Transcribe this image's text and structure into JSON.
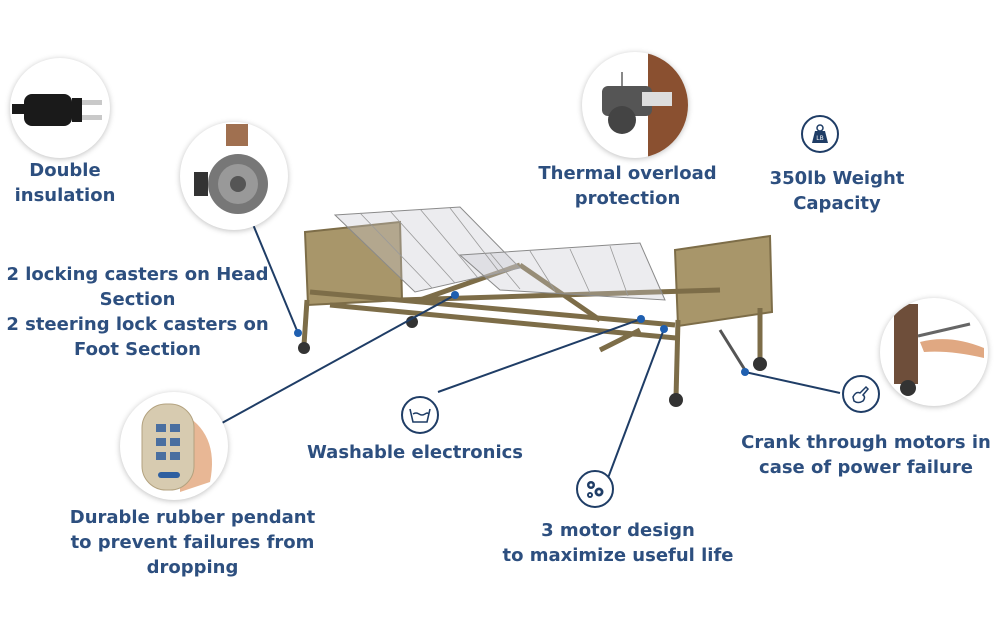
{
  "features": {
    "double_insulation": [
      "Double",
      "insulation"
    ],
    "casters": [
      "2 locking casters on Head",
      "Section",
      "2 steering lock casters on",
      "Foot Section"
    ],
    "pendant": [
      "Durable rubber pendant",
      "to prevent failures from",
      "dropping"
    ],
    "washable": [
      "Washable electronics"
    ],
    "motor": [
      "3 motor design",
      "to maximize useful life"
    ],
    "thermal": [
      "Thermal overload",
      "protection"
    ],
    "weight": [
      "350lb Weight",
      "Capacity"
    ],
    "crank": [
      "Crank through motors in",
      "case of power failure"
    ]
  },
  "icons": {
    "weight": "weight-icon",
    "washable": "wash-icon",
    "motor": "gears-icon",
    "crank": "crank-hand-icon"
  },
  "weight_badge": "LB",
  "colors": {
    "label": "#2d4f7f",
    "line": "#1f3d66",
    "bed": "#8a7a52"
  }
}
